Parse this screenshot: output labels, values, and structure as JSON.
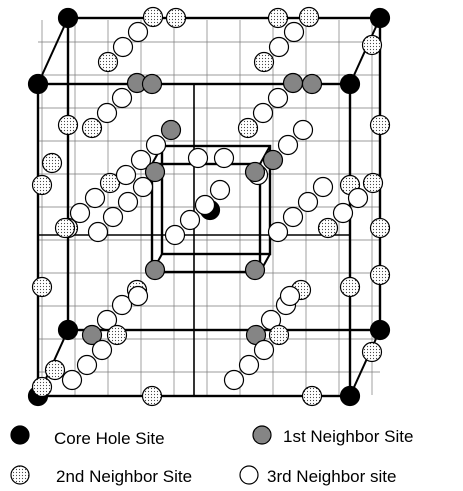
{
  "legend": {
    "core_hole": "Core Hole Site",
    "first_neighbor": "1st Neighbor Site",
    "second_neighbor": "2nd Neighbor Site",
    "third_neighbor": "3rd Neighbor site"
  },
  "colors": {
    "core_hole": "#000000",
    "first_neighbor": "#8c8c8c",
    "second_neighbor": "#dedede",
    "third_neighbor": "#ffffff",
    "stroke": "#000000"
  }
}
